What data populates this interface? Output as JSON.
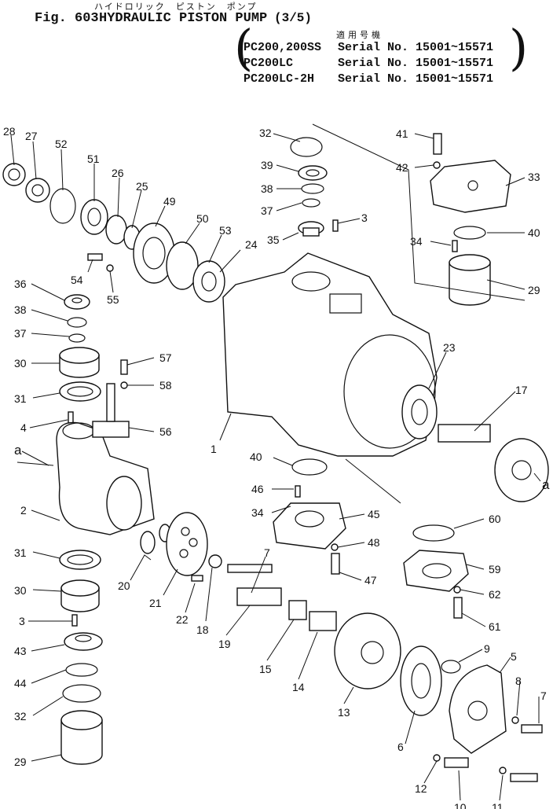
{
  "header": {
    "kana": "ハイドロリック　ピストン　ポンプ",
    "fig_no": "Fig. 603",
    "title": "HYDRAULIC PISTON PUMP",
    "page": "(3/5)",
    "applicability_heading": "適用号機",
    "models": [
      {
        "model": "PC200,200SS",
        "serial": "Serial No. 15001~15571"
      },
      {
        "model": "PC200LC",
        "serial": "Serial No. 15001~15571"
      },
      {
        "model": "PC200LC-2H",
        "serial": "Serial No. 15001~15571"
      }
    ]
  },
  "callouts": [
    "28",
    "27",
    "52",
    "51",
    "26",
    "25",
    "49",
    "50",
    "53",
    "24",
    "54",
    "55",
    "36",
    "38",
    "37",
    "30",
    "31",
    "4",
    "57",
    "58",
    "56",
    "2",
    "31",
    "30",
    "3",
    "43",
    "44",
    "32",
    "29",
    "20",
    "21",
    "22",
    "18",
    "19",
    "7",
    "15",
    "14",
    "13",
    "32",
    "39",
    "38",
    "37",
    "35",
    "3",
    "41",
    "42",
    "33",
    "40",
    "34",
    "29",
    "23",
    "17",
    "1",
    "40",
    "46",
    "34",
    "45",
    "48",
    "47",
    "60",
    "59",
    "62",
    "61",
    "9",
    "5",
    "8",
    "7",
    "6",
    "12",
    "10",
    "11",
    "a",
    "a"
  ]
}
